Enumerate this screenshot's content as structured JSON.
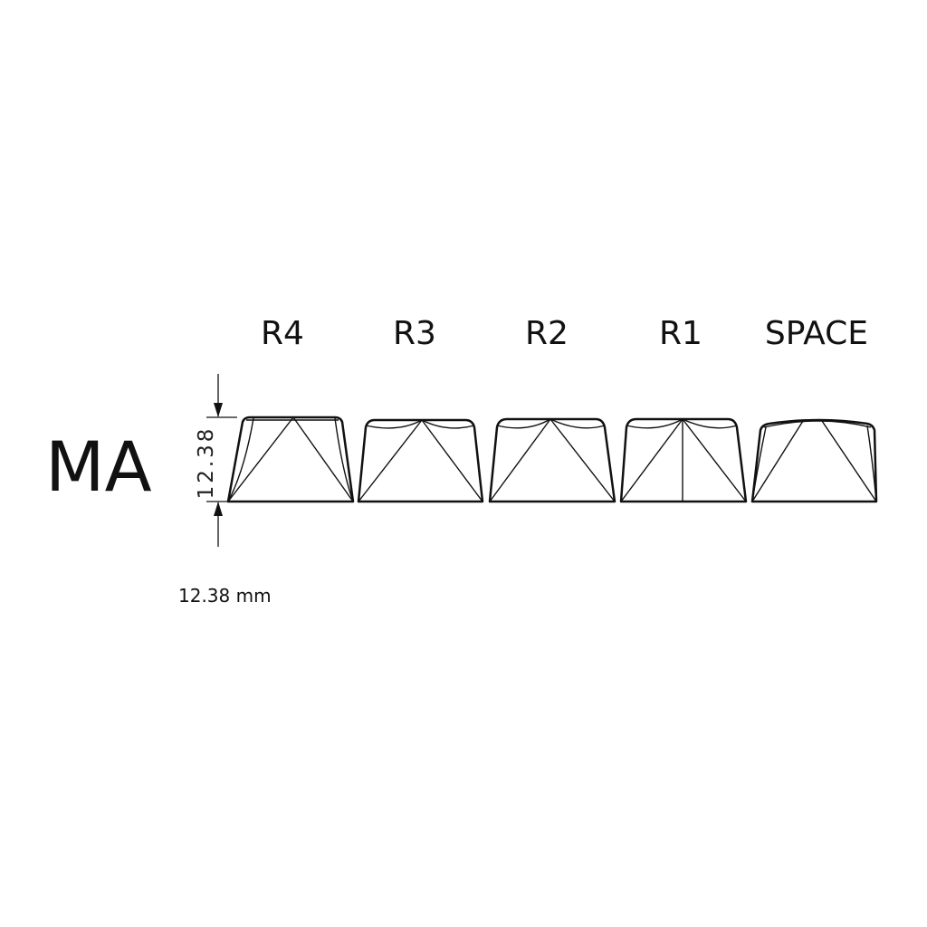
{
  "profile": {
    "name": "MA"
  },
  "rows": [
    {
      "id": "r4",
      "label": "R4"
    },
    {
      "id": "r3",
      "label": "R3"
    },
    {
      "id": "r2",
      "label": "R2"
    },
    {
      "id": "r1",
      "label": "R1"
    },
    {
      "id": "space",
      "label": "SPACE"
    }
  ],
  "dimension": {
    "value": "12.38"
  },
  "caption": {
    "text": "12.38 mm"
  },
  "colors": {
    "line": "#111111",
    "background": "#ffffff"
  }
}
